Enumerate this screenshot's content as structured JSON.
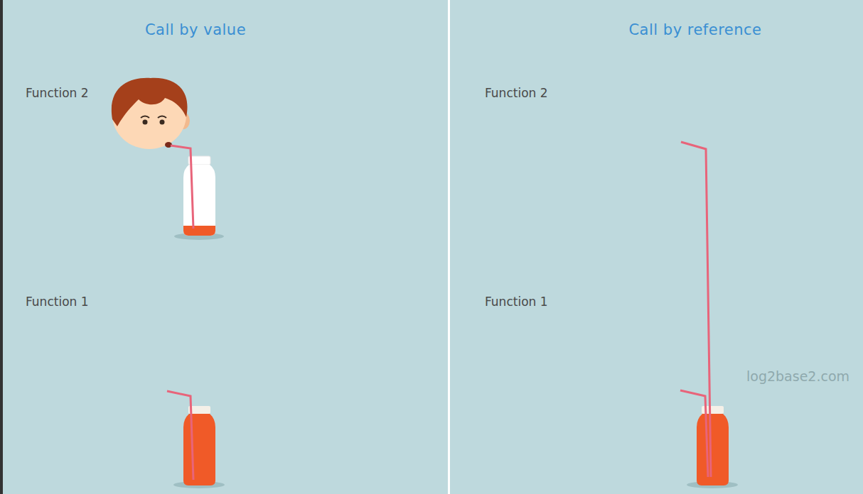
{
  "diagram": {
    "labels": [
      "Call by value",
      "Call by reference",
      "Function 2",
      "Function 1",
      "Function 2",
      "Function 1",
      "log2base2.com"
    ]
  }
}
